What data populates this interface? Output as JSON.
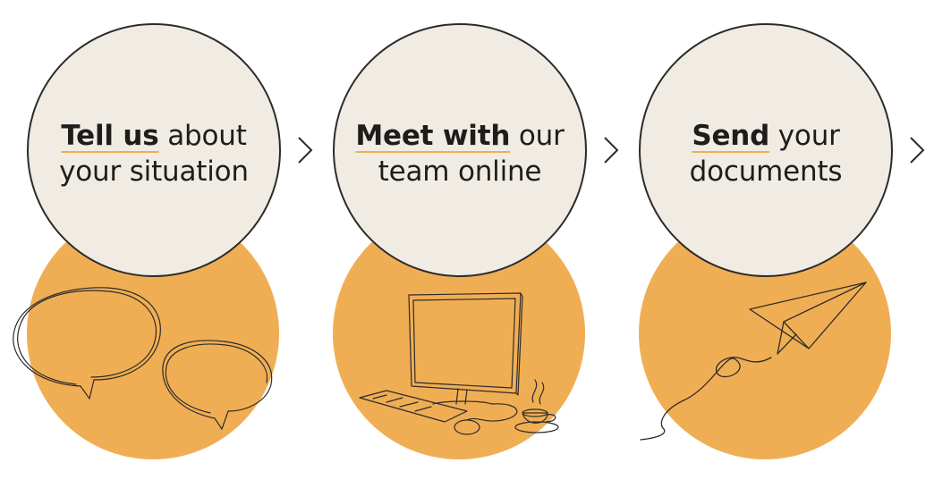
{
  "steps": [
    {
      "bold": "Tell us",
      "rest": " about",
      "line2": "your situation",
      "icon": "speech-bubbles-icon"
    },
    {
      "bold": "Meet with",
      "rest": " our",
      "line2": "team online",
      "icon": "computer-desk-icon"
    },
    {
      "bold": "Send",
      "rest": " your",
      "line2": "documents",
      "icon": "paper-plane-icon"
    }
  ],
  "colors": {
    "orange": "#f0ae54",
    "cream": "#f0ece3",
    "ink": "#2d2b2a"
  },
  "arrows": [
    "chevron-right-icon",
    "chevron-right-icon",
    "chevron-right-icon"
  ]
}
